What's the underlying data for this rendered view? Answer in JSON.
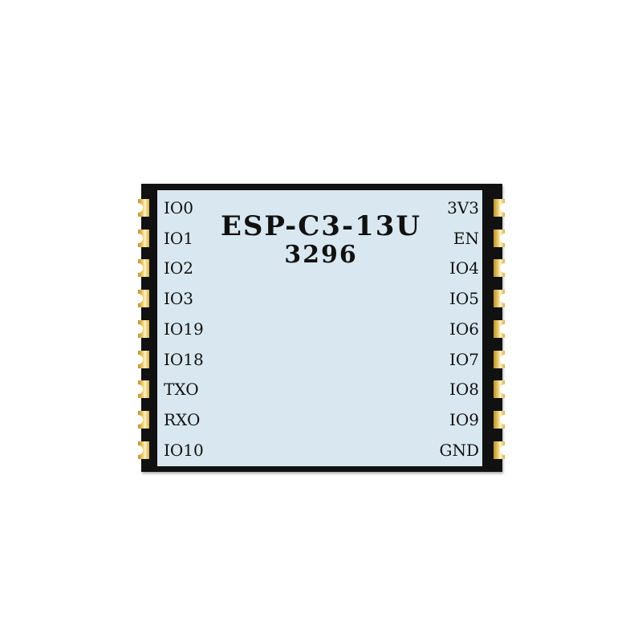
{
  "module": {
    "name": "ESP-C3-13U",
    "code": "3296"
  },
  "pins": {
    "left": [
      "IO0",
      "IO1",
      "IO2",
      "IO3",
      "IO19",
      "IO18",
      "TXO",
      "RXO",
      "IO10"
    ],
    "right": [
      "3V3",
      "EN",
      "IO4",
      "IO5",
      "IO6",
      "IO7",
      "IO8",
      "IO9",
      "GND"
    ]
  },
  "colors": {
    "board": "#111111",
    "shield": "#d9e8f0",
    "pad": "#e8c45a",
    "text": "#111111"
  }
}
